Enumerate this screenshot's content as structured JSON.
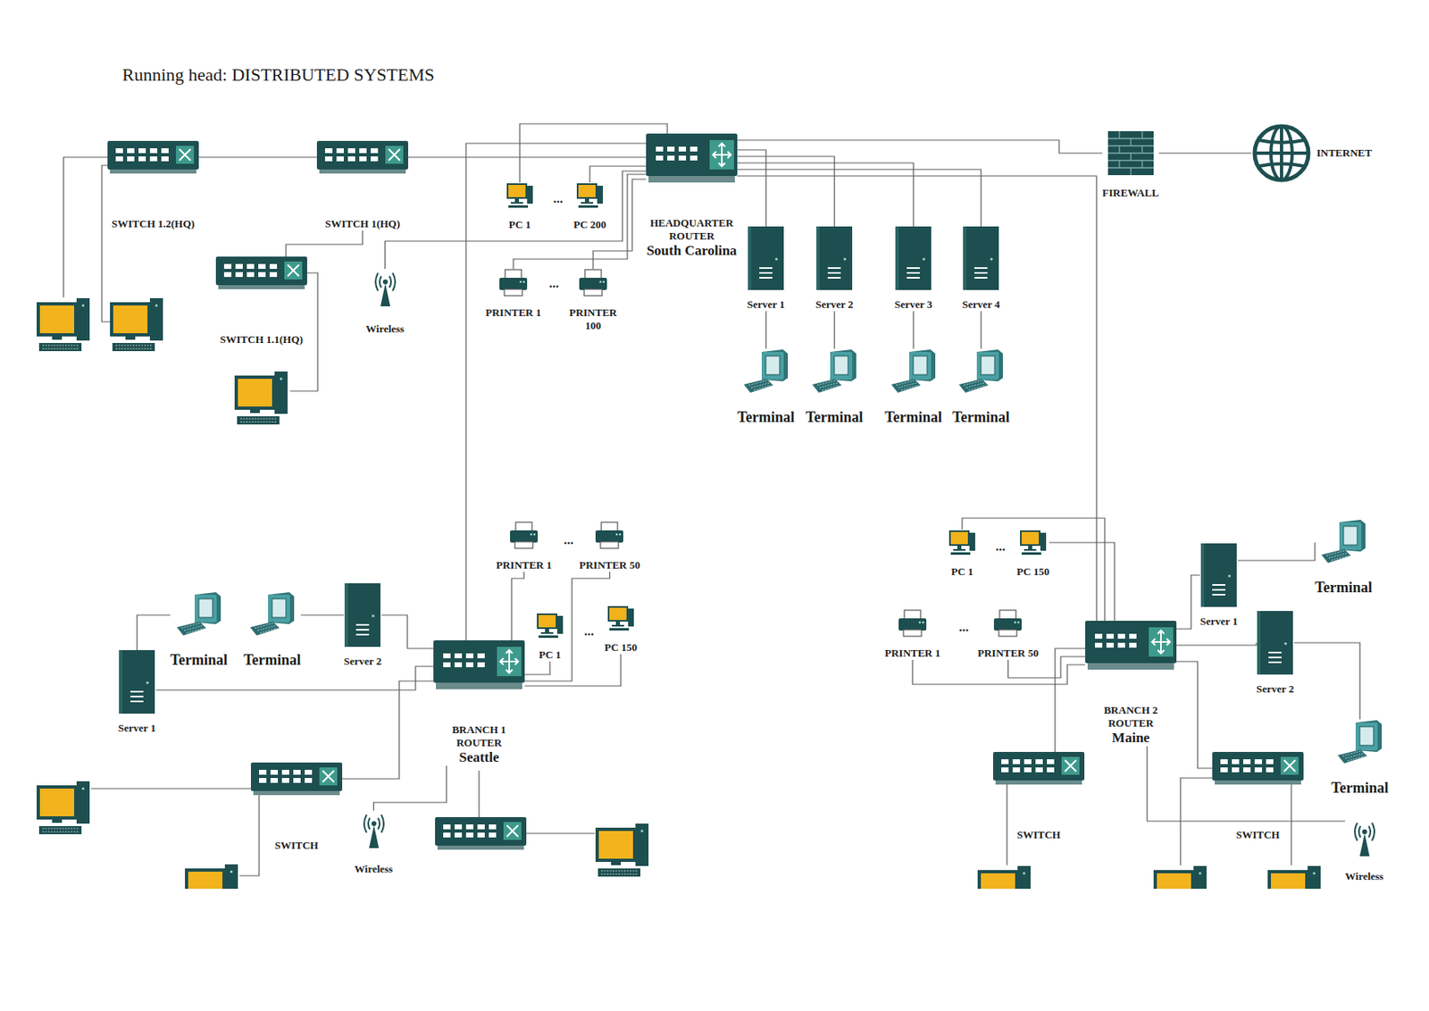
{
  "diagram": {
    "nodes": [
      {
        "text": [
          "SWITCH 1.2(HQ)"
        ]
      },
      {
        "text": [
          "SWITCH 1(HQ)"
        ]
      },
      {
        "text": [
          "SWITCH 1.1(HQ)"
        ]
      },
      {
        "text": [
          "Wireless"
        ]
      },
      {
        "text": [
          "PC 1"
        ]
      },
      {
        "text": [
          "PC 200"
        ]
      },
      {
        "text": [
          "HEADQUARTER ROUTER",
          "South Carolina"
        ]
      },
      {
        "text": [
          "PRINTER 1"
        ]
      },
      {
        "text": [
          "PRINTER 100"
        ]
      },
      {
        "text": [
          "Server 1"
        ]
      },
      {
        "text": [
          "Server 2"
        ]
      },
      {
        "text": [
          "Server 3"
        ]
      },
      {
        "text": [
          "Server 4"
        ]
      },
      {
        "text": [
          "Terminal"
        ]
      },
      {
        "text": [
          "Terminal"
        ]
      },
      {
        "text": [
          "Terminal"
        ]
      },
      {
        "text": [
          "Terminal"
        ]
      },
      {
        "text": [
          "FIREWALL"
        ]
      },
      {
        "text": [
          "INTERNET"
        ]
      },
      {
        "text": [
          "PRINTER 1"
        ]
      },
      {
        "text": [
          "PRINTER 50"
        ]
      },
      {
        "text": [
          "PC 1"
        ]
      },
      {
        "text": [
          "PC 150"
        ]
      },
      {
        "text": [
          "BRANCH 1 ROUTER",
          "Seattle"
        ]
      },
      {
        "text": [
          "Terminal"
        ]
      },
      {
        "text": [
          "Terminal"
        ]
      },
      {
        "text": [
          "Server 2"
        ]
      },
      {
        "text": [
          "Server 1"
        ]
      },
      {
        "text": [
          "SWITCH"
        ]
      },
      {
        "text": [
          "Wireless"
        ]
      },
      {
        "text": [
          "PC 1"
        ]
      },
      {
        "text": [
          "PC 150"
        ]
      },
      {
        "text": [
          "PRINTER 1"
        ]
      },
      {
        "text": [
          "PRINTER 50"
        ]
      },
      {
        "text": [
          "Server 1"
        ]
      },
      {
        "text": [
          "Terminal"
        ]
      },
      {
        "text": [
          "Server 2"
        ]
      },
      {
        "text": [
          "BRANCH 2 ROUTER",
          "Maine"
        ]
      },
      {
        "text": [
          "Terminal"
        ]
      },
      {
        "text": [
          "SWITCH"
        ]
      },
      {
        "text": [
          "SWITCH"
        ]
      },
      {
        "text": [
          "Wireless"
        ]
      }
    ],
    "edges": [
      {
        "from": 0,
        "to": 1,
        "arrow": "none"
      },
      {
        "from": 1,
        "to": 6,
        "arrow": "none"
      },
      {
        "from": 1,
        "to": 2,
        "arrow": "none"
      },
      {
        "from": 3,
        "to": 6,
        "arrow": "none"
      },
      {
        "from": 4,
        "to": 6,
        "arrow": "none"
      },
      {
        "from": 5,
        "to": 6,
        "arrow": "none"
      },
      {
        "from": 7,
        "to": 6,
        "arrow": "none"
      },
      {
        "from": 8,
        "to": 6,
        "arrow": "none"
      },
      {
        "from": 6,
        "to": 9,
        "arrow": "none"
      },
      {
        "from": 6,
        "to": 10,
        "arrow": "none"
      },
      {
        "from": 6,
        "to": 11,
        "arrow": "none"
      },
      {
        "from": 6,
        "to": 12,
        "arrow": "none"
      },
      {
        "from": 9,
        "to": 13,
        "arrow": "none"
      },
      {
        "from": 10,
        "to": 14,
        "arrow": "none"
      },
      {
        "from": 11,
        "to": 15,
        "arrow": "none"
      },
      {
        "from": 12,
        "to": 16,
        "arrow": "none"
      },
      {
        "from": 6,
        "to": 17,
        "arrow": "none"
      },
      {
        "from": 17,
        "to": 18,
        "arrow": "none"
      },
      {
        "from": 6,
        "to": 23,
        "arrow": "none"
      },
      {
        "from": 6,
        "to": 37,
        "arrow": "none"
      },
      {
        "from": 19,
        "to": 23,
        "arrow": "none"
      },
      {
        "from": 20,
        "to": 23,
        "arrow": "none"
      },
      {
        "from": 21,
        "to": 23,
        "arrow": "none"
      },
      {
        "from": 22,
        "to": 23,
        "arrow": "none"
      },
      {
        "from": 26,
        "to": 23,
        "arrow": "none"
      },
      {
        "from": 24,
        "to": 27,
        "arrow": "none"
      },
      {
        "from": 25,
        "to": 26,
        "arrow": "none"
      },
      {
        "from": 27,
        "to": 23,
        "arrow": "none"
      },
      {
        "from": 28,
        "to": 23,
        "arrow": "none"
      },
      {
        "from": 29,
        "to": 23,
        "arrow": "none"
      },
      {
        "from": 30,
        "to": 37,
        "arrow": "none"
      },
      {
        "from": 31,
        "to": 37,
        "arrow": "none"
      },
      {
        "from": 32,
        "to": 37,
        "arrow": "none"
      },
      {
        "from": 33,
        "to": 37,
        "arrow": "none"
      },
      {
        "from": 34,
        "to": 37,
        "arrow": "none"
      },
      {
        "from": 35,
        "to": 34,
        "arrow": "none"
      },
      {
        "from": 36,
        "to": 37,
        "arrow": "none"
      },
      {
        "from": 36,
        "to": 38,
        "arrow": "none"
      },
      {
        "from": 39,
        "to": 37,
        "arrow": "none"
      },
      {
        "from": 40,
        "to": 37,
        "arrow": "none"
      },
      {
        "from": 41,
        "to": 37,
        "arrow": "none"
      }
    ],
    "labels": [
      "Running head: DISTRIBUTED SYSTEMS",
      "...",
      "...",
      "...",
      "...",
      "...",
      "..."
    ]
  }
}
